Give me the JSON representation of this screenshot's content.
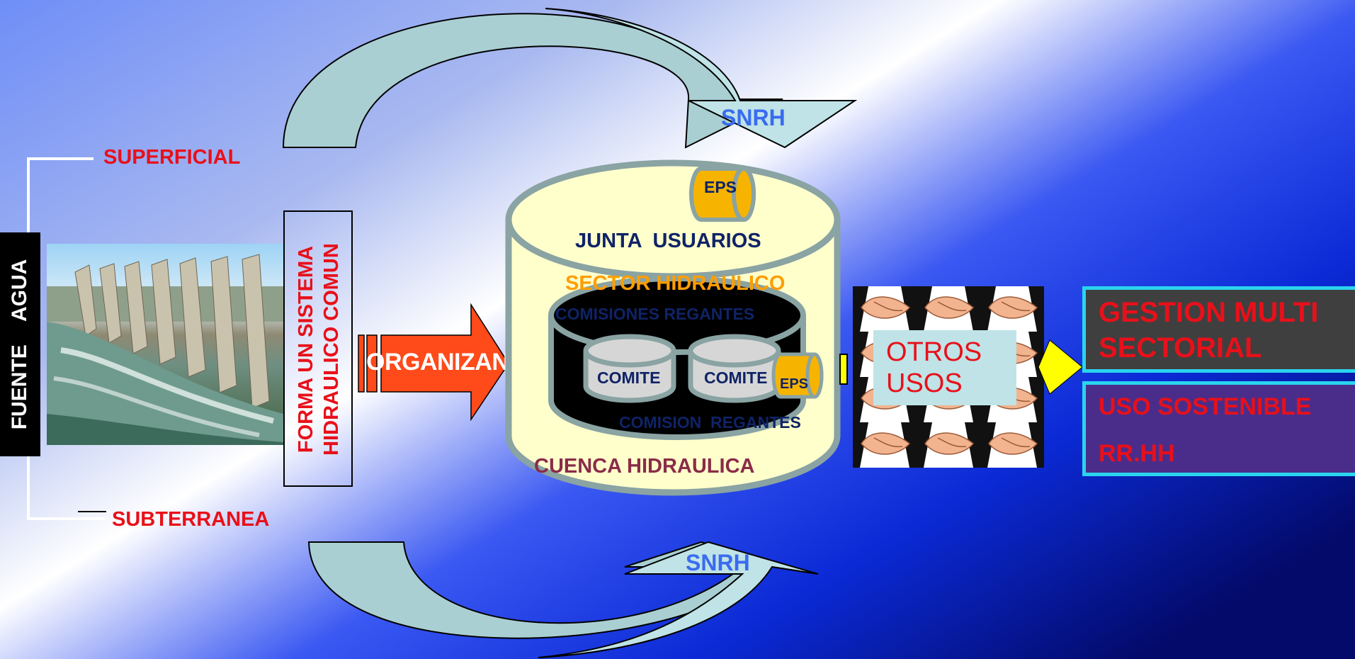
{
  "colors": {
    "red_text": "#e8101a",
    "snrh_blue": "#3a6bf0",
    "navy_text": "#0f2366",
    "orange_text": "#ff9e00",
    "maroon_text": "#8a2c48",
    "arrow_fill": "#bfe3e6",
    "cylinder_fill": "#ffffcc",
    "eps_fill": "#f6b400",
    "organizan_fill": "#ff4a1a",
    "cyan_border": "#2ad4ee",
    "dark_box": "#3f3f3f",
    "purple_box": "#4a2d8a"
  },
  "fuente": {
    "label": "FUENTE    AGUA"
  },
  "sources": {
    "superficial": "SUPERFICIAL",
    "subterranea": "SUBTERRANEA"
  },
  "photo": {
    "icon": "dam-photo"
  },
  "sistema": {
    "label": "FORMA UN SISTEMA HIDRAULICO COMUN"
  },
  "organizan": {
    "label": "ORGANIZAN"
  },
  "snrh": {
    "top": "SNRH",
    "bottom": "SNRH"
  },
  "cylinder": {
    "eps_top": "EPS",
    "junta": "JUNTA  USUARIOS",
    "sector": "SECTOR HIDRAULICO",
    "comisiones": "COMISIONES REGANTES",
    "comite_1": "COMITE",
    "comite_2": "COMITE",
    "eps_inner": "EPS",
    "comision": "COMISION  REGANTES",
    "cuenca": "CUENCA HIDRAULICA"
  },
  "otros": {
    "line1": "OTROS",
    "line2": "USOS",
    "icon": "handshake-icon"
  },
  "gestion": {
    "line1": "GESTION MULTI",
    "line2": "SECTORIAL"
  },
  "uso": {
    "line1": "USO SOSTENIBLE",
    "line2": "RR.HH"
  }
}
